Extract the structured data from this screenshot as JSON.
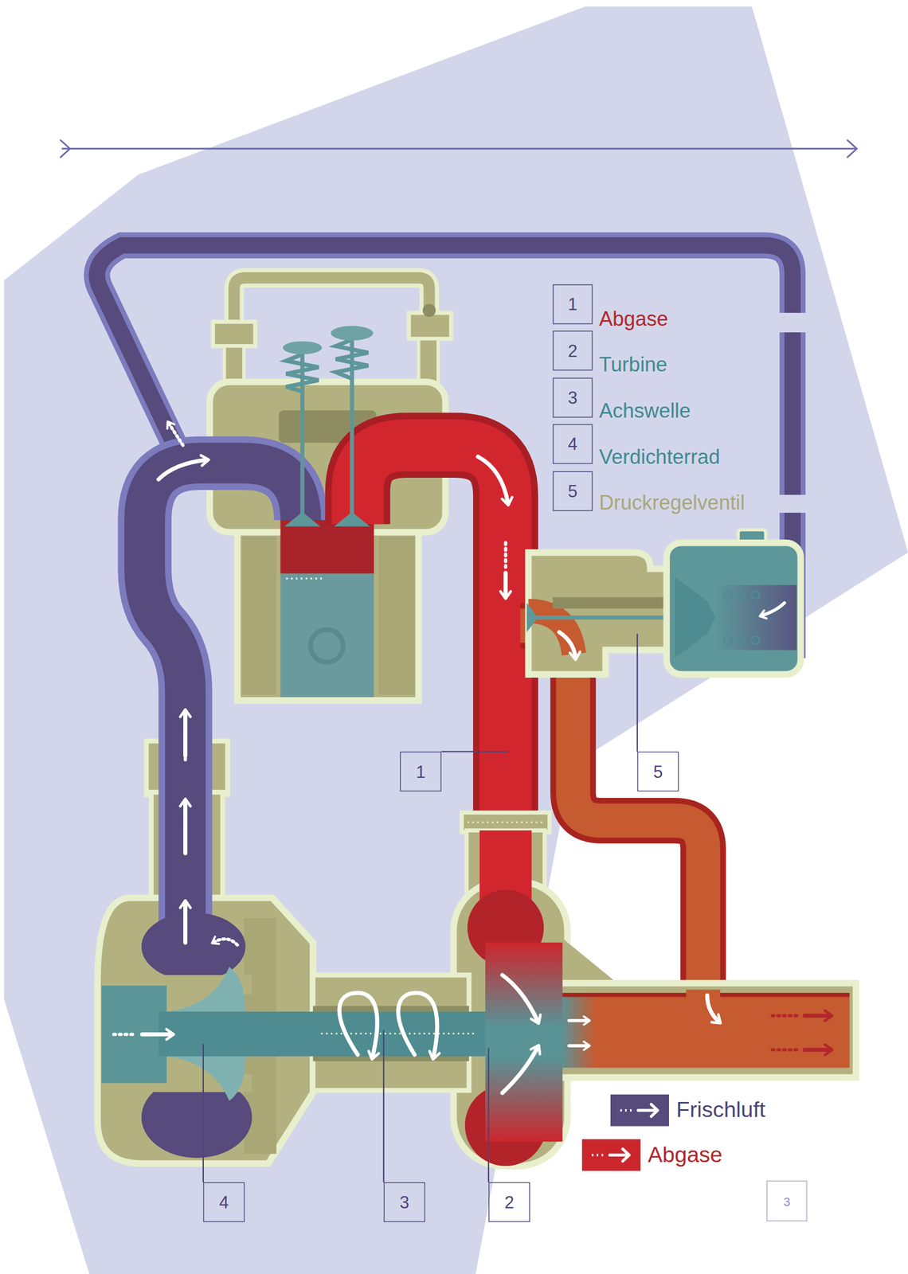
{
  "diagram": {
    "nodes": [
      {
        "text": [
          "1",
          "Abgase"
        ]
      },
      {
        "text": [
          "2",
          "Turbine"
        ]
      },
      {
        "text": [
          "3",
          "Achswelle"
        ]
      },
      {
        "text": [
          "4",
          "Verdichterrad"
        ]
      },
      {
        "text": [
          "5",
          "Druckregelventil"
        ]
      },
      {
        "text": [
          "1"
        ]
      },
      {
        "text": [
          "5"
        ]
      },
      {
        "text": [
          "4"
        ]
      },
      {
        "text": [
          "3"
        ]
      },
      {
        "text": [
          "2"
        ]
      },
      {
        "text": [
          "3"
        ]
      }
    ],
    "legend": [
      {
        "text": "Frischluft",
        "color": "#574a7c"
      },
      {
        "text": "Abgase",
        "color": "#cc262d"
      }
    ]
  }
}
